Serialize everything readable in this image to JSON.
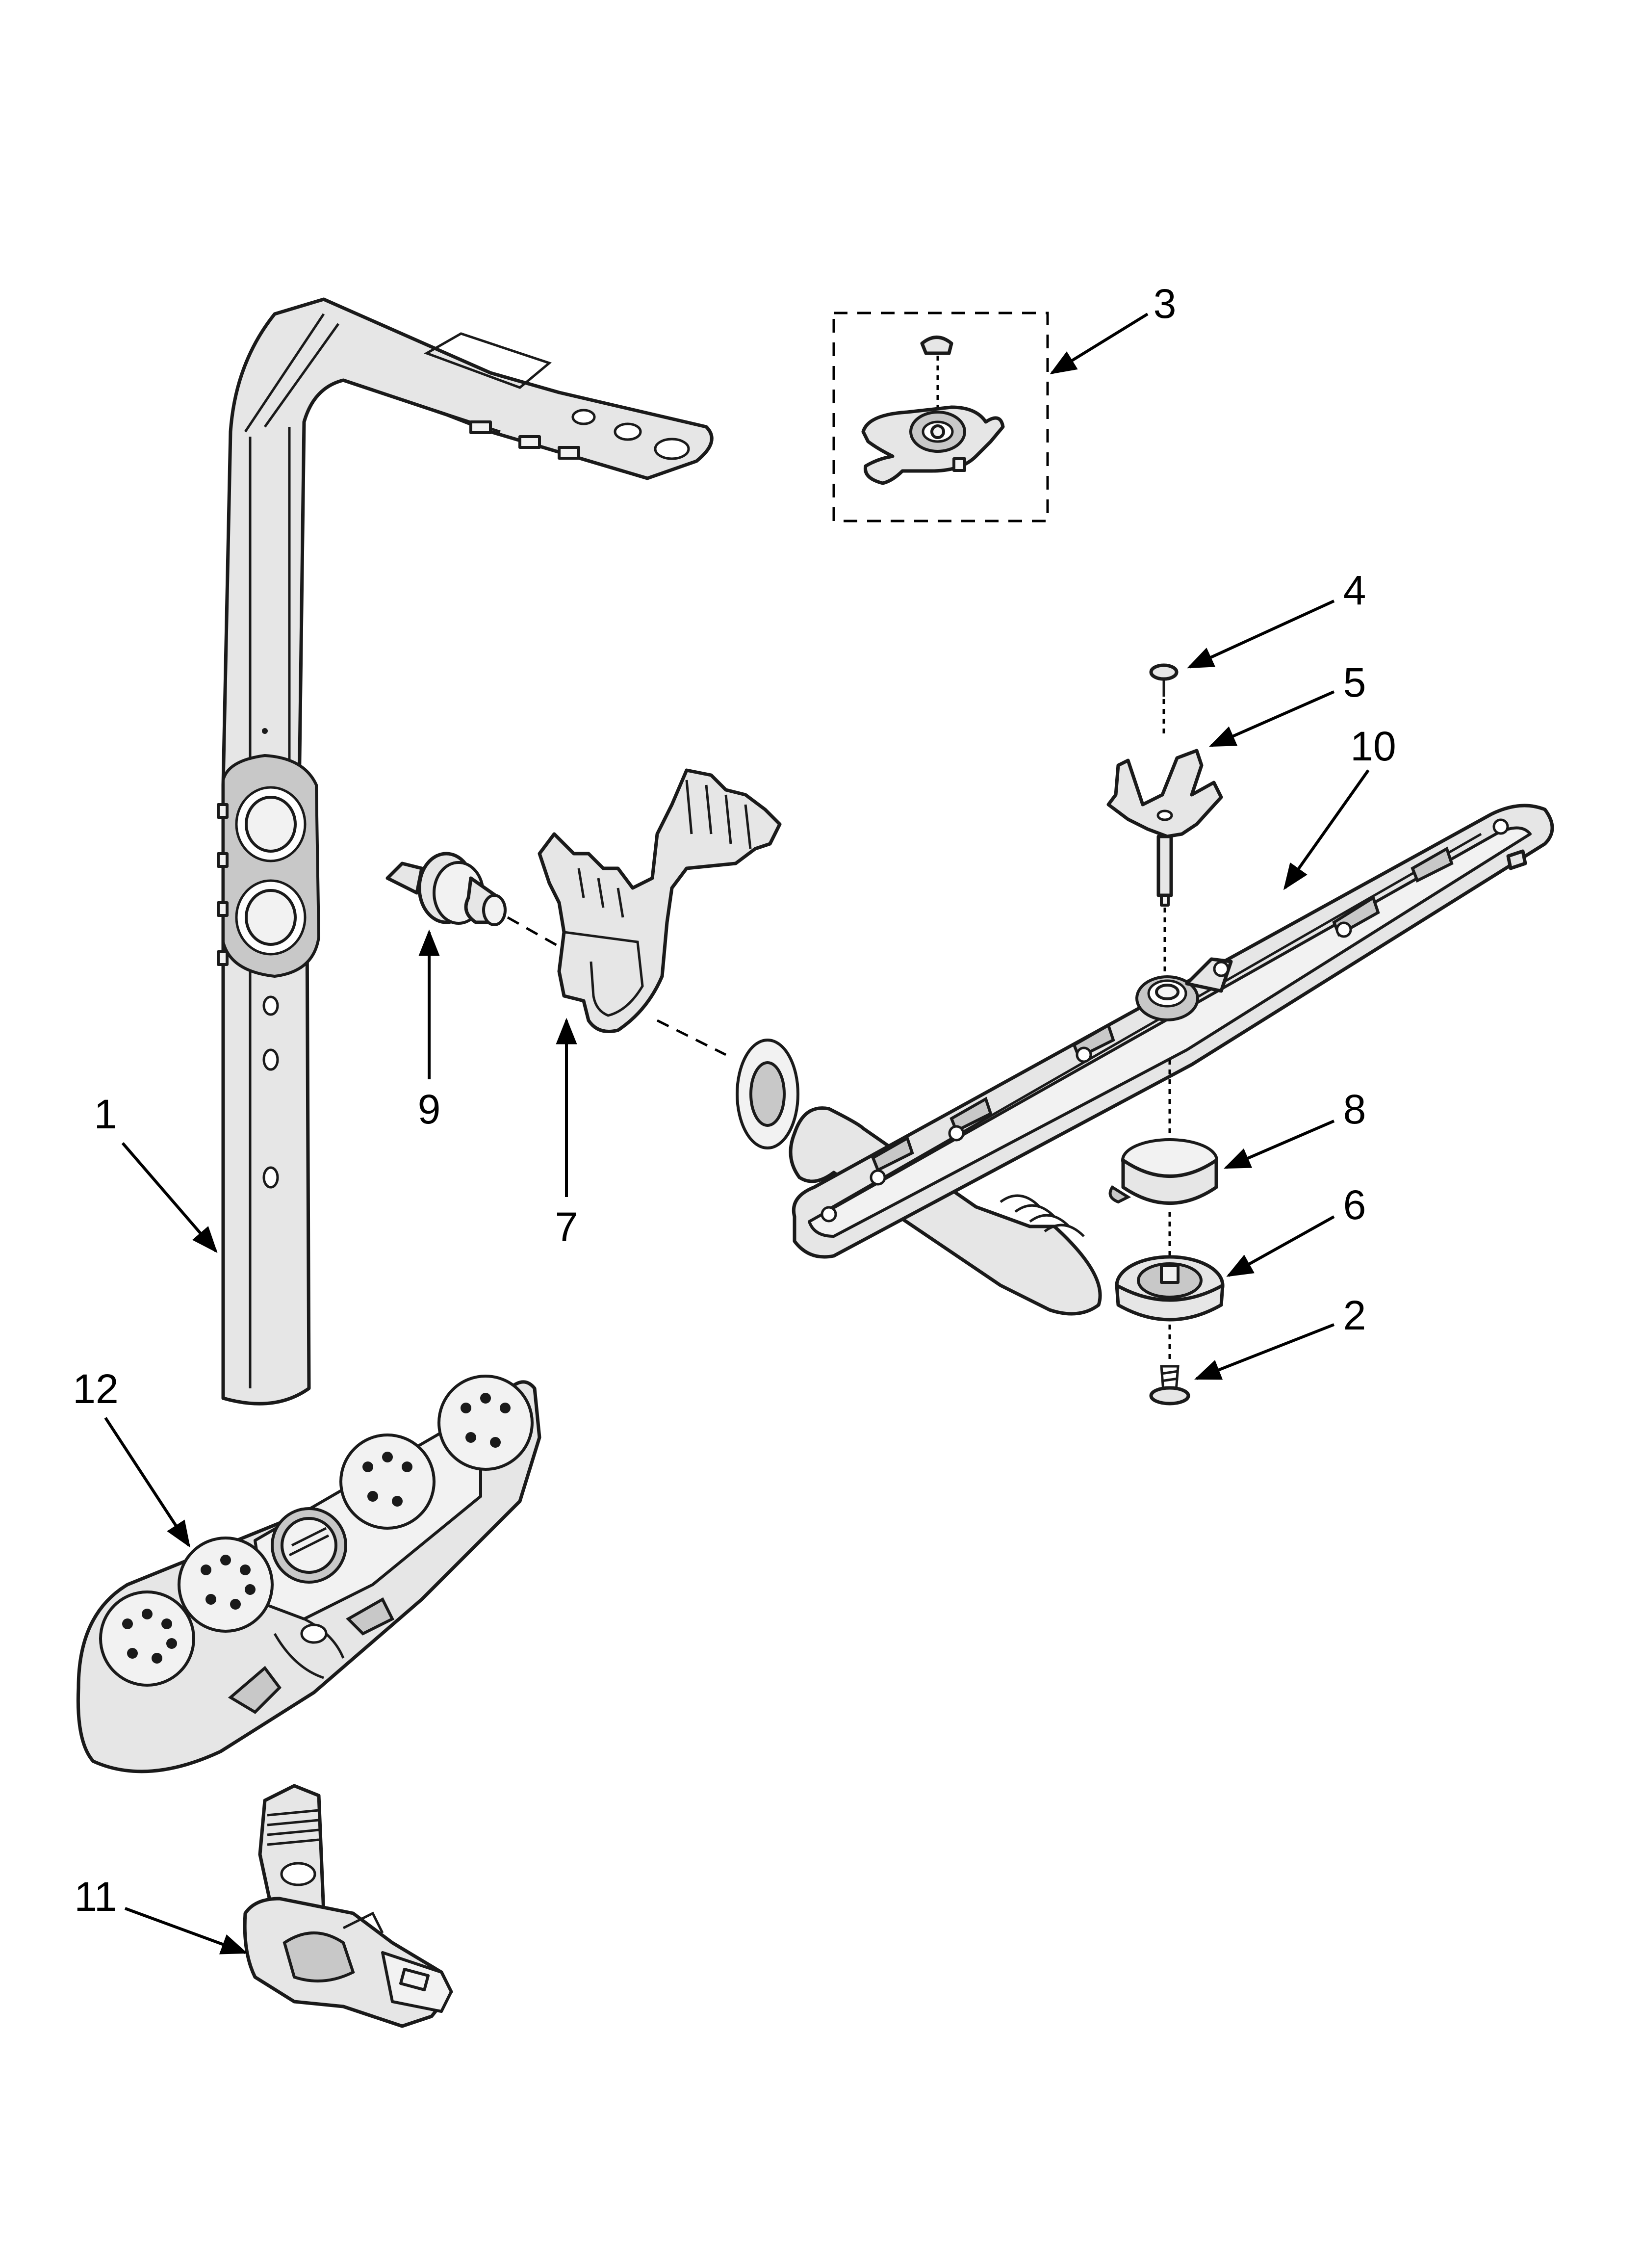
{
  "callouts": {
    "part_1": "1",
    "part_2": "2",
    "part_3": "3",
    "part_4": "4",
    "part_5": "5",
    "part_6": "6",
    "part_7": "7",
    "part_8": "8",
    "part_9": "9",
    "part_10": "10",
    "part_11": "11",
    "part_12": "12"
  },
  "colors": {
    "line": "#1a1a1a",
    "part_fill": "#e6e6e6",
    "background": "#ffffff"
  }
}
